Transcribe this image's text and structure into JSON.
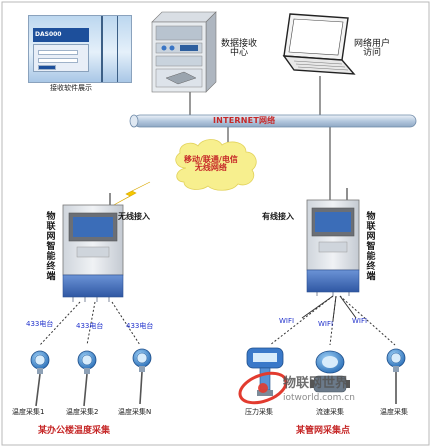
{
  "labels": {
    "receive_software": "接收软件展示",
    "data_center": "数据接收\n中心",
    "network_user": "网络用户\n访问",
    "internet": "INTERNET网络",
    "wireless_network": "移动/联通/电信\n无线网络",
    "wireless_access": "无线接入",
    "wired_access": "有线接入",
    "terminal_left": "物联网智能终端",
    "terminal_right": "物联网智能终端",
    "radio_1": "433电台",
    "radio_2": "433电台",
    "radio_3": "433电台",
    "wifi_1": "WIFI",
    "wifi_2": "WIFI",
    "wifi_3": "WIFI",
    "sensor_temp_1": "温度采集1",
    "sensor_temp_2": "温度采集2",
    "sensor_temp_n": "温度采集N",
    "sensor_pressure": "压力采集",
    "sensor_flow": "流速采集",
    "sensor_temp": "温度采集",
    "group_left": "某办公楼温度采集",
    "group_right": "某管网采集点",
    "watermark_cn": "物联网世界",
    "watermark_url": "iotworld.com.cn",
    "screenshot_logo": "DAS000"
  },
  "colors": {
    "red_label": "#c62828",
    "blue_label": "#2233cc",
    "internet_bar": "#c4d5e8",
    "cloud": "#f7ef8e",
    "terminal_body": "#dfe3e8",
    "terminal_screen": "#3b6db8",
    "terminal_base": "#4a78c2",
    "sensor_blue": "#3f8fd6",
    "link_line": "#333333"
  },
  "icons": {
    "lightning": "lightning-icon",
    "server": "server-rack-icon",
    "laptop": "laptop-icon",
    "cloud": "cloud-icon",
    "terminal": "iot-terminal-icon",
    "sensor": "temperature-sensor-icon",
    "watermark_logo": "iot-logo-icon"
  }
}
